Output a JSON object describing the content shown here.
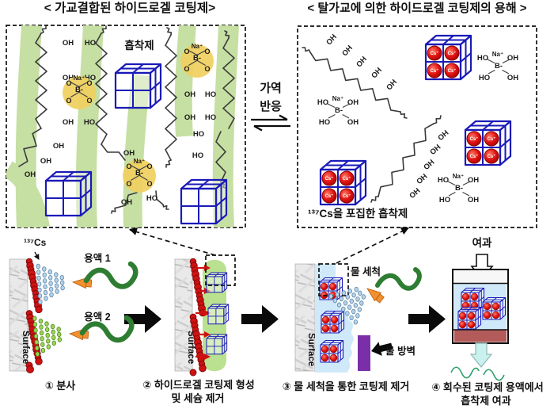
{
  "titles": {
    "left": "< 가교결합된 하이드로겔 코팅제>",
    "right": "< 탈가교에 의한 하이드로겔 코팅제의 용해 >"
  },
  "reversible_reaction": {
    "line1": "가역",
    "line2": "반응"
  },
  "left_panel": {
    "adsorbent_label": "흡착제"
  },
  "right_panel": {
    "captured_adsorbent_label": "¹³⁷Cs을 포집한 흡착제"
  },
  "chem_labels": {
    "oh": "OH",
    "ho": "HO",
    "o": "O",
    "na": "Na⁺",
    "b": "B-",
    "cs": "Cs⁺"
  },
  "process": {
    "step1": {
      "isotope_label": "¹³⁷Cs",
      "solution1": "용액 1",
      "solution2": "용액 2",
      "surface": "Surface",
      "caption": "① 분사"
    },
    "step2": {
      "surface": "Surface",
      "caption_line1": "② 하이드로겔 코팅제 형성",
      "caption_line2": "및 세슘 제거"
    },
    "step3": {
      "surface": "Surface",
      "wash_label": "물 세척",
      "barrier_label": "물 방벽",
      "caption": "③ 물 세척을 통한 코팅제 제거"
    },
    "step4": {
      "filtration_label": "여과",
      "caption_line1": "④ 회수된 코팅제 용액에서",
      "caption_line2": "흡착제 여과"
    }
  },
  "colors": {
    "panel_green_bg": "#eaf2dd",
    "panel_green_strip": "#c6dfa3",
    "panel_blue_bg": "#d5eaf8",
    "cube_blue": "#1a1ab8",
    "borate_yellow": "#f0cf5e",
    "cs_red": "#d81616",
    "dot_red": "#ce1111",
    "coating_green": "#b9e18f",
    "coating_blue": "#cfe9fa",
    "barrier_purple": "#7a2fa8",
    "hose_green": "#2e7d32",
    "nozzle_orange": "#f29030",
    "filter_maroon": "#b35b5b",
    "cyan_arrow": "#c9f2ef",
    "droplet_blue": "#b6d3ea",
    "droplet_green": "#9ed455"
  }
}
